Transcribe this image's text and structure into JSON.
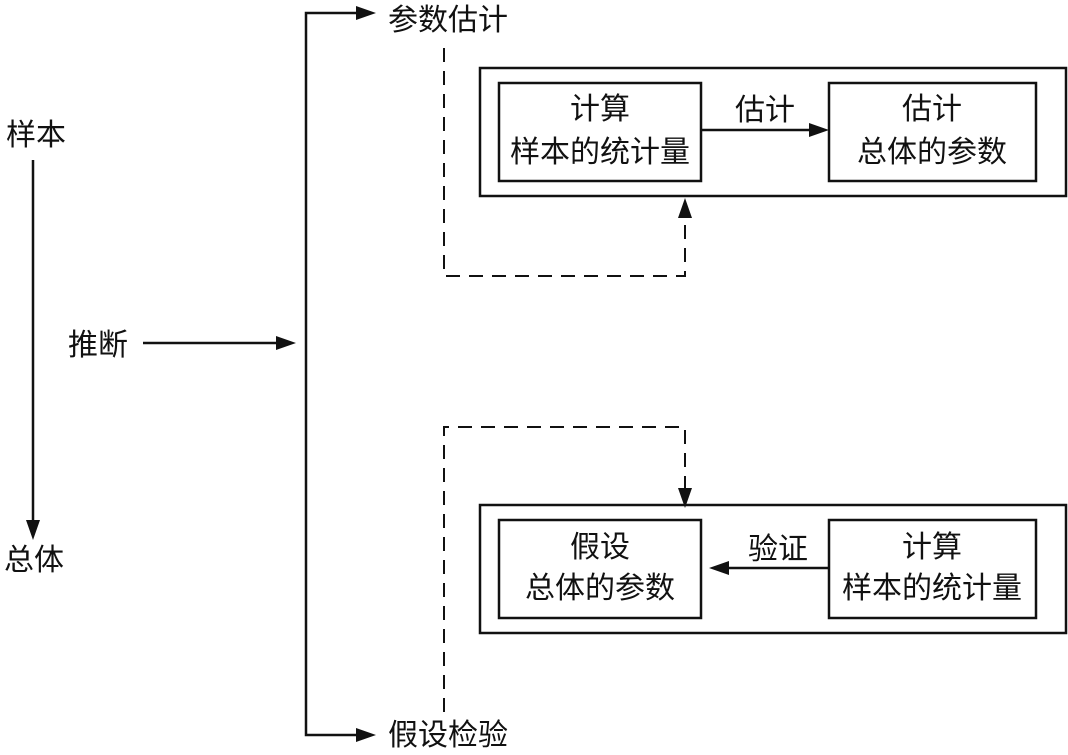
{
  "labels": {
    "sample": "样本",
    "population": "总体",
    "inference": "推断",
    "param_estimation": "参数估计",
    "hypothesis_testing": "假设检验"
  },
  "estimation": {
    "left_box": {
      "line1": "计算",
      "line2": "样本的统计量"
    },
    "arrow_label": "估计",
    "right_box": {
      "line1": "估计",
      "line2": "总体的参数"
    }
  },
  "testing": {
    "left_box": {
      "line1": "假设",
      "line2": "总体的参数"
    },
    "arrow_label": "验证",
    "right_box": {
      "line1": "计算",
      "line2": "样本的统计量"
    }
  }
}
